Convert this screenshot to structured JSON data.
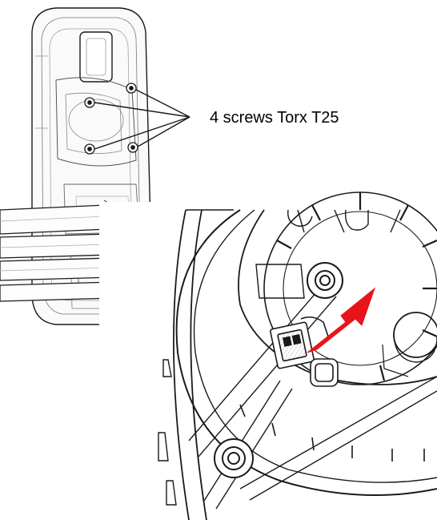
{
  "callout": {
    "text": "4 screws Torx T25"
  },
  "colors": {
    "line": "#1a1a1a",
    "arrow": "#e8141b",
    "paper": "#ffffff"
  },
  "parts": {
    "upper_view": "mirror-housing-rear",
    "lower_view": "blower-housing-with-connector"
  },
  "arrow": {
    "direction": "up-right",
    "icon": "red-arrow"
  }
}
